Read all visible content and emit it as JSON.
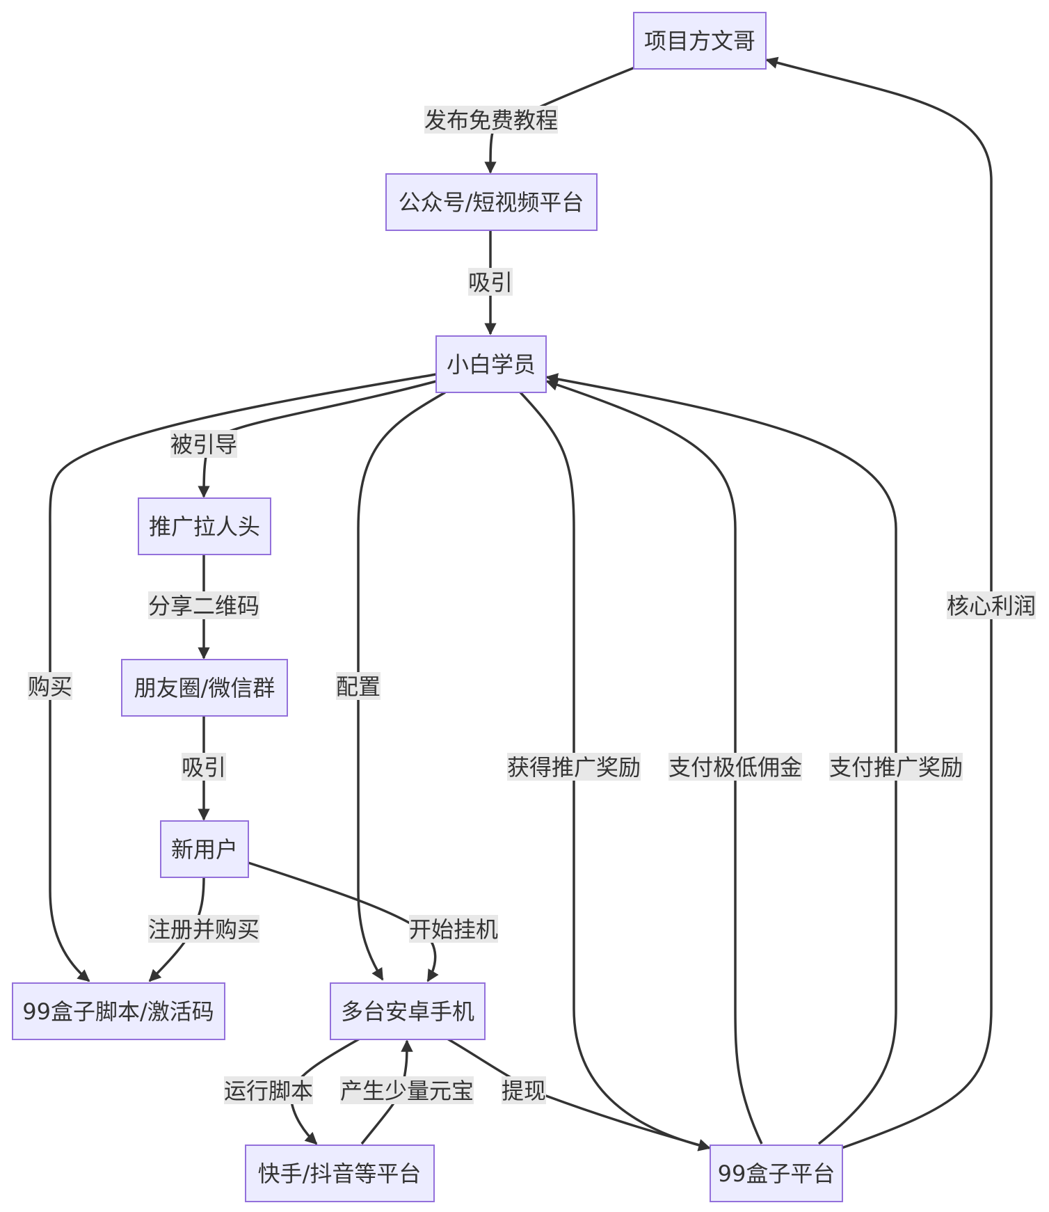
{
  "nodes": {
    "pm": {
      "label": "项目方文哥"
    },
    "media": {
      "label": "公众号/短视频平台"
    },
    "newbie": {
      "label": "小白学员"
    },
    "promote": {
      "label": "推广拉人头"
    },
    "moments": {
      "label": "朋友圈/微信群"
    },
    "newuser": {
      "label": "新用户"
    },
    "script": {
      "label": "99盒子脚本/激活码"
    },
    "phones": {
      "label": "多台安卓手机"
    },
    "kuaishou": {
      "label": "快手/抖音等平台"
    },
    "platform": {
      "label": "99盒子平台"
    }
  },
  "edges": {
    "e1": {
      "label": "发布免费教程"
    },
    "e2": {
      "label": "吸引"
    },
    "e3": {
      "label": "被引导"
    },
    "e4": {
      "label": "购买"
    },
    "e5": {
      "label": "配置"
    },
    "e6": {
      "label": "分享二维码"
    },
    "e7": {
      "label": "吸引"
    },
    "e8": {
      "label": "注册并购买"
    },
    "e9": {
      "label": "开始挂机"
    },
    "e10": {
      "label": "运行脚本"
    },
    "e11": {
      "label": "产生少量元宝"
    },
    "e12": {
      "label": "提现"
    },
    "e13": {
      "label": "获得推广奖励"
    },
    "e14": {
      "label": "支付极低佣金"
    },
    "e15": {
      "label": "支付推广奖励"
    },
    "e16": {
      "label": "核心利润"
    }
  },
  "colors": {
    "node_fill": "#ececff",
    "node_stroke": "#9370db",
    "edge": "#333333",
    "label_bg": "#e8e8e8"
  }
}
